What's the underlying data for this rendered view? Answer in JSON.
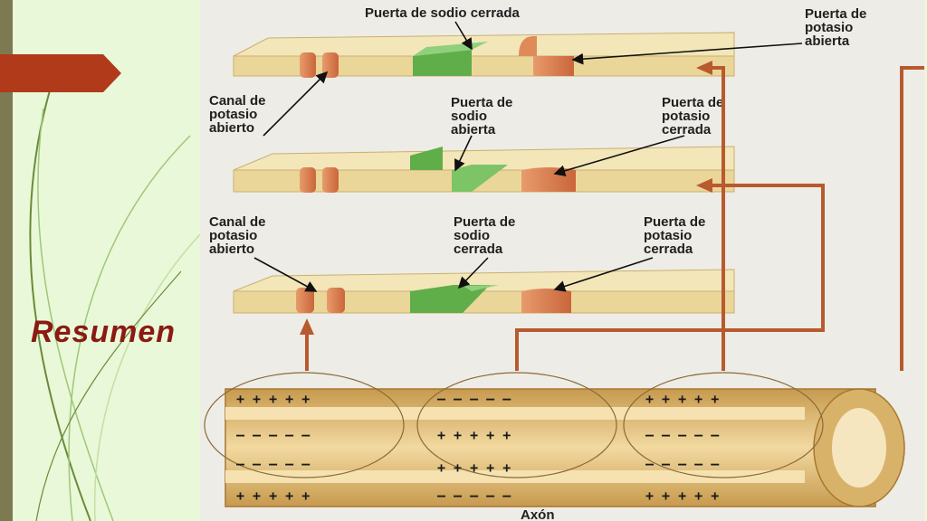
{
  "slide": {
    "title": "Resumen",
    "accent_color": "#b03a1a",
    "stripe_color": "#7d7a52"
  },
  "diagram": {
    "labels": {
      "na_closed_top": "Puerta de sodio cerrada",
      "k_open_top": [
        "Puerta de",
        "potasio",
        "abierta"
      ],
      "k_channel_open_1": [
        "Canal de",
        "potasio",
        "abierto"
      ],
      "na_open_mid": [
        "Puerta de",
        "sodio",
        "abierta"
      ],
      "k_closed_mid": [
        "Puerta de",
        "potasio",
        "cerrada"
      ],
      "k_channel_open_2": [
        "Canal de",
        "potasio",
        "abierto"
      ],
      "na_closed_bottom": [
        "Puerta de",
        "sodio",
        "cerrada"
      ],
      "k_closed_bottom": [
        "Puerta de",
        "potasio",
        "cerrada"
      ],
      "axon": "Axón"
    },
    "axon_charges": {
      "segment_1": {
        "outer_top": "+ + + + +",
        "inner_top": "– – – – –",
        "inner_bottom": "– – – – –",
        "outer_bottom": "+ + + + +"
      },
      "segment_2": {
        "outer_top": "– – – – –",
        "inner_top": "+ + + + +",
        "inner_bottom": "+ + + + +",
        "outer_bottom": "– – – – –"
      },
      "segment_3": {
        "outer_top": "+ + + + +",
        "inner_top": "– – – – –",
        "inner_bottom": "– – – – –",
        "outer_bottom": "+ + + + +"
      }
    },
    "colors": {
      "membrane": "#ecd9a0",
      "potassium": "#e08a5a",
      "sodium": "#5fae4a",
      "arrow": "#b85a2e"
    }
  }
}
